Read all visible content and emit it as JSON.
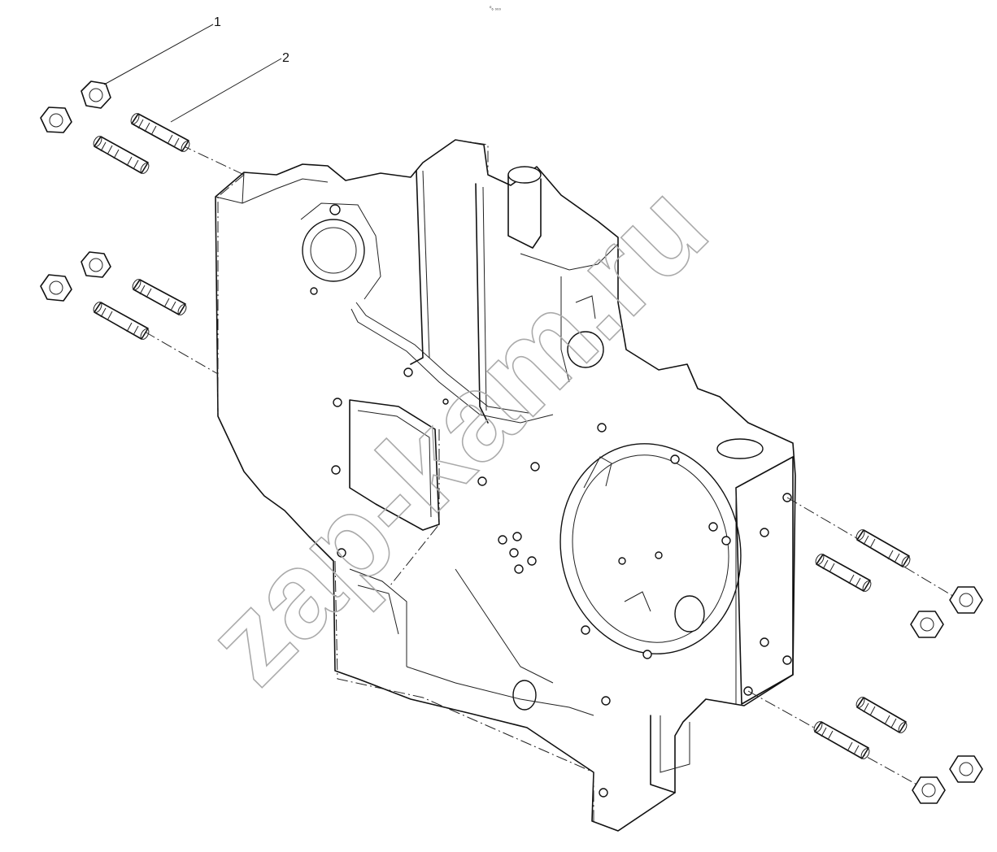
{
  "figure_code": "⁰₆ ₀₀₀",
  "callouts": [
    {
      "number": "1",
      "part": "nut"
    },
    {
      "number": "2",
      "part": "stud"
    }
  ],
  "watermark": "zap-kam.ru",
  "colors": {
    "line": "#111111",
    "background": "#ffffff",
    "watermark": "#aaaaaa"
  }
}
